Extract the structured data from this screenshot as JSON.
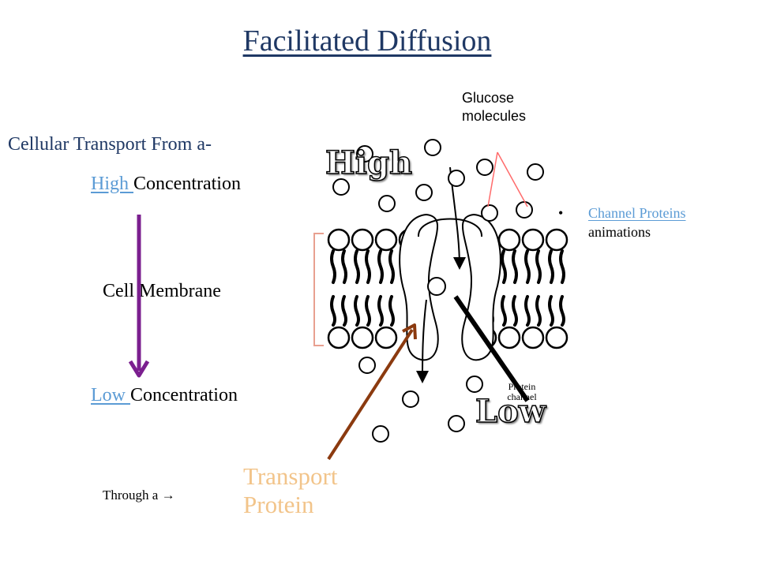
{
  "slide": {
    "title": "Facilitated Diffusion",
    "intro": "Cellular Transport From a-",
    "high_word": "High ",
    "high_rest": "Concentration",
    "membrane_label": "Cell  Membrane",
    "low_word": "Low ",
    "low_rest": "Concentration",
    "through": "Through a  →",
    "transport_protein": "Transport Protein"
  },
  "diagram": {
    "glucose_label": "Glucose molecules",
    "high_label": "High",
    "low_label": "Low",
    "protein_channel_label": "Protein channel"
  },
  "bullets": {
    "link_text": "Channel Proteins",
    "rest_text": "animations"
  },
  "colors": {
    "title": "#1f3864",
    "link": "#5b9bd5",
    "purple_arrow": "#7b1f8f",
    "brown_arrow": "#8b3a0f",
    "transport_text": "#f2c48a",
    "pointer_lines": "#ff6b6b",
    "bracket": "#e8a090"
  }
}
